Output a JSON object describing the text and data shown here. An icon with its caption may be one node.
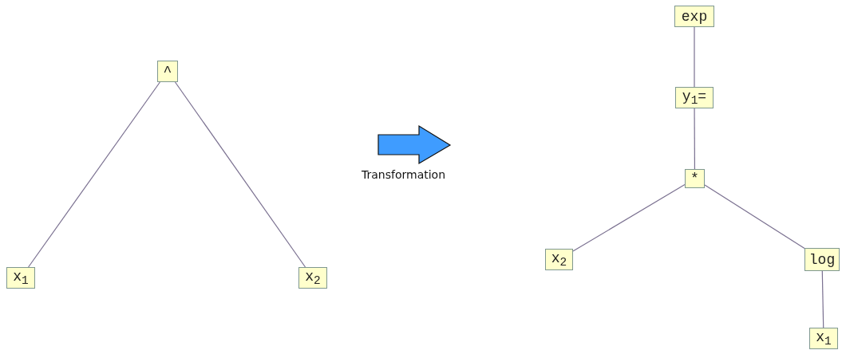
{
  "diagram": {
    "nodes": [
      {
        "text": [
          "^"
        ]
      },
      {
        "text": [
          "x$_{1}$"
        ]
      },
      {
        "text": [
          "x$_{2}$"
        ]
      },
      {
        "text": [
          "exp"
        ]
      },
      {
        "text": [
          "y$_{1}$="
        ]
      },
      {
        "text": [
          "*"
        ]
      },
      {
        "text": [
          "x$_{2}$"
        ]
      },
      {
        "text": [
          "log"
        ]
      },
      {
        "text": [
          "x$_{1}$"
        ]
      }
    ],
    "edges": [
      {
        "from": 0,
        "to": 1,
        "arrow": "none"
      },
      {
        "from": 0,
        "to": 2,
        "arrow": "none"
      },
      {
        "from": 3,
        "to": 4,
        "arrow": "none"
      },
      {
        "from": 4,
        "to": 5,
        "arrow": "none"
      },
      {
        "from": 5,
        "to": 6,
        "arrow": "none"
      },
      {
        "from": 5,
        "to": 7,
        "arrow": "none"
      },
      {
        "from": 7,
        "to": 8,
        "arrow": "none"
      }
    ],
    "labels": [
      "Transformation"
    ]
  }
}
